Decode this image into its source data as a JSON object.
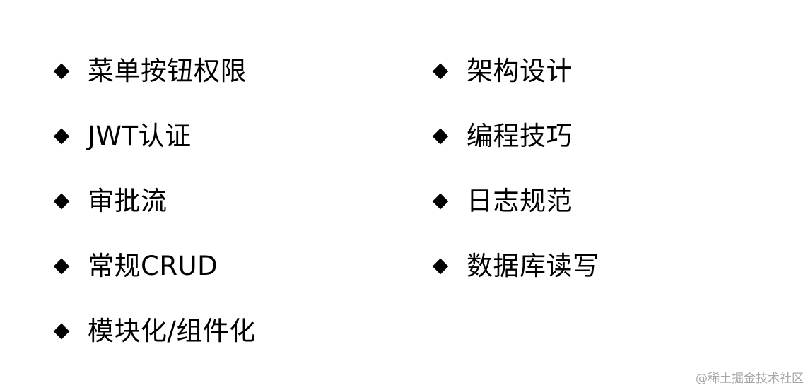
{
  "left_items": [
    {
      "label": "菜单按钮权限"
    },
    {
      "label": "JWT认证"
    },
    {
      "label": "审批流"
    },
    {
      "label": "常规CRUD"
    },
    {
      "label": "模块化/组件化"
    }
  ],
  "right_items": [
    {
      "label": "架构设计"
    },
    {
      "label": "编程技巧"
    },
    {
      "label": "日志规范"
    },
    {
      "label": "数据库读写"
    }
  ],
  "watermark": "@稀土掘金技术社区",
  "colors": {
    "text": "#000000",
    "bullet": "#000000",
    "watermark": "#a7a7a7",
    "background": "#ffffff"
  }
}
